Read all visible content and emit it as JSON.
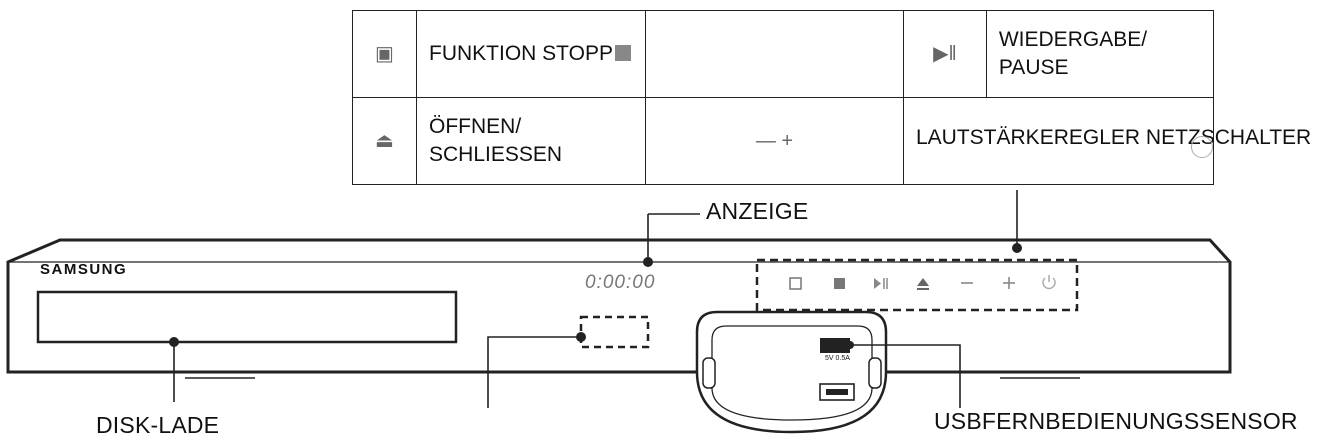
{
  "legend": {
    "rows": [
      [
        {
          "icon": "function-icon",
          "glyph": "▣",
          "label": "FUNKTION"
        },
        {
          "label": "STOPP"
        },
        {
          "icon": "",
          "glyph": "",
          "label": ""
        },
        {
          "icon": "play-pause-icon",
          "glyph": "▶‖",
          "label": "WIEDERGABE/\nPAUSE"
        }
      ],
      [
        {
          "icon": "eject-icon",
          "glyph": "⏏",
          "label": "ÖFFNEN/\nSCHLIESSEN"
        },
        {
          "icon": "minus-plus-icon",
          "glyph": "— +",
          "label": "LAUTSTÄRKEREGLER"
        },
        {
          "label": "NETZSCHALTER"
        }
      ]
    ]
  },
  "labels": {
    "display": "ANZEIGE",
    "disc_tray": "DISK-LADE",
    "usb_remote": "USBFERNBEDIENUNGSSENSOR"
  },
  "device": {
    "brand": "SAMSUNG",
    "display_text": "0:00:00",
    "usb_port_text": "5V 0.5A"
  },
  "colors": {
    "line": "#222222",
    "panel": "#ffffff"
  }
}
